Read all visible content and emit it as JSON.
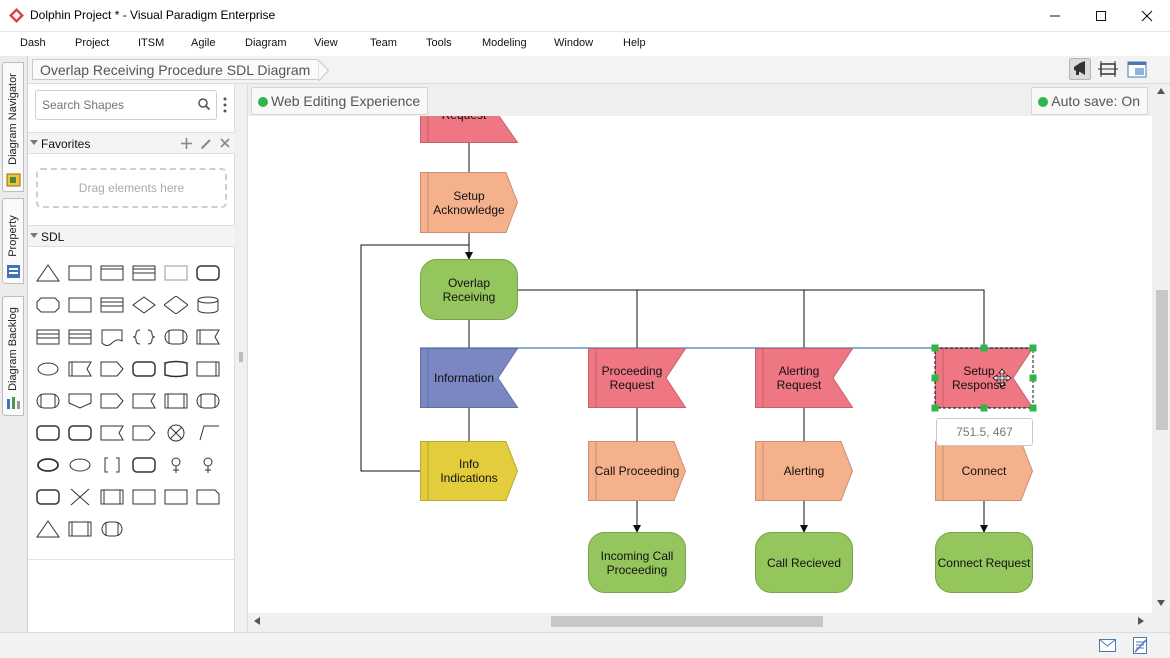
{
  "window": {
    "title": "Dolphin Project * - Visual Paradigm Enterprise",
    "controls": [
      "minimize-icon",
      "maximize-icon",
      "close-icon"
    ]
  },
  "menu": [
    "Dash",
    "Project",
    "ITSM",
    "Agile",
    "Diagram",
    "View",
    "Team",
    "Tools",
    "Modeling",
    "Window",
    "Help"
  ],
  "breadcrumb": {
    "diagram_name": "Overlap Receiving Procedure SDL Diagram"
  },
  "left_tabs": [
    "Diagram Navigator",
    "Property",
    "Diagram Backlog"
  ],
  "shapes_panel": {
    "search_placeholder": "Search Shapes",
    "favorites_title": "Favorites",
    "favorites_drop_hint": "Drag elements here",
    "sdl_title": "SDL"
  },
  "canvas": {
    "web_badge": "Web Editing Experience",
    "autosave": "Auto save: On",
    "coordinate_tip": "751.5, 467"
  },
  "diagram": {
    "nodes": [
      {
        "id": "setup-request",
        "label": "Request",
        "shape": "flag",
        "color": "#ef7683"
      },
      {
        "id": "setup-acknowledge",
        "label": "Setup\nAcknowledge",
        "shape": "arrow-box",
        "color": "#f5b08c"
      },
      {
        "id": "overlap-receiving",
        "label": "Overlap\nReceiving",
        "shape": "rounded",
        "color": "#94c65d"
      },
      {
        "id": "information",
        "label": "Information",
        "shape": "flag",
        "color": "#7a87c3"
      },
      {
        "id": "proceeding-request",
        "label": "Proceeding\nRequest",
        "shape": "flag",
        "color": "#ef7683"
      },
      {
        "id": "alerting-request",
        "label": "Alerting\nRequest",
        "shape": "flag",
        "color": "#ef7683"
      },
      {
        "id": "setup-response",
        "label": "Setup\nResponse",
        "shape": "flag",
        "color": "#ef7683",
        "selected": true
      },
      {
        "id": "info-indications",
        "label": "Info\nIndications",
        "shape": "arrow-box",
        "color": "#e3cd3c"
      },
      {
        "id": "call-proceeding",
        "label": "Call Proceeding",
        "shape": "arrow-box",
        "color": "#f5b08c"
      },
      {
        "id": "alerting",
        "label": "Alerting",
        "shape": "arrow-box",
        "color": "#f5b08c"
      },
      {
        "id": "connect",
        "label": "Connect",
        "shape": "arrow-box",
        "color": "#f5b08c"
      },
      {
        "id": "incoming-call-proceeding",
        "label": "Incoming Call\nProceeding",
        "shape": "rounded",
        "color": "#94c65d"
      },
      {
        "id": "call-recieved",
        "label": "Call Recieved",
        "shape": "rounded",
        "color": "#94c65d"
      },
      {
        "id": "connect-request",
        "label": "Connect Request",
        "shape": "rounded",
        "color": "#94c65d"
      }
    ]
  },
  "status_bar": {
    "icons": [
      "mail-icon",
      "notes-icon"
    ]
  }
}
